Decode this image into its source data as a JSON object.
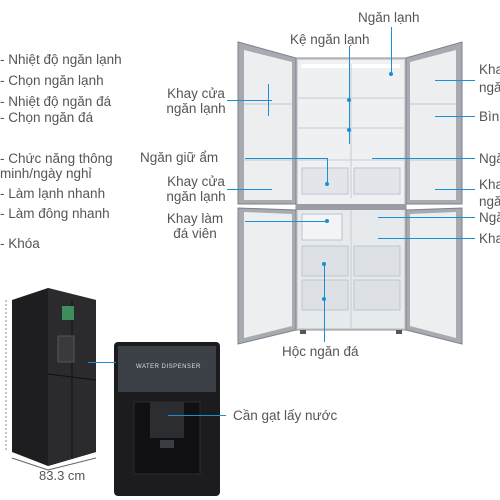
{
  "controls": [
    "Nhiệt độ ngăn lạnh",
    "Chọn ngăn lạnh",
    "Nhiệt độ ngăn đá",
    "Chọn ngăn đá",
    "Chức năng thông minh/ngày nghỉ",
    "Làm lạnh nhanh",
    "Làm đông nhanh",
    "Khóa"
  ],
  "callouts": {
    "fridge_compartment": "Ngăn lạnh",
    "fridge_shelf": "Kệ ngăn lạnh",
    "fridge_door_tray": "Khay cửa ngăn lạnh",
    "fridge_door_tray_2": "Khay cửa ngăn lạnh",
    "crisper": "Ngăn giữ ẩm",
    "ice_tray": "Khay làm đá viên",
    "freezer_drawer": "Hộc ngăn đá",
    "dispenser_lever": "Cần gạt lấy nước",
    "right_1": "Kha",
    "right_1b": "ngă",
    "right_2": "Bình",
    "right_3": "Ngă",
    "right_4": "Kha",
    "right_4b": "ngă",
    "right_5": "Ngă",
    "right_6": "Kha"
  },
  "dispenser_text": "WATER DISPENSER",
  "dimension": "83.3 cm",
  "colors": {
    "callout_line": "#1a8fd6",
    "fridge_body": "#8d8f94",
    "interior": "#e9ecef",
    "black_unit": "#1c1c1e"
  }
}
